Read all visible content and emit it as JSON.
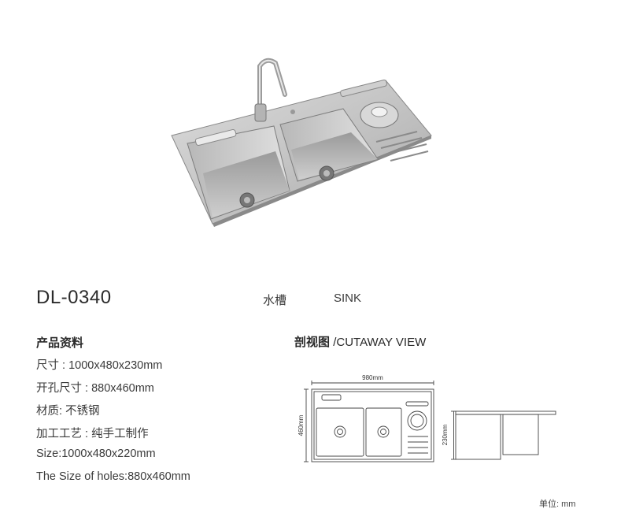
{
  "product": {
    "model": "DL-0340",
    "name_cn": "水槽",
    "name_en": "SINK"
  },
  "specs": {
    "title": "产品资料",
    "lines": [
      "尺寸 : 1000x480x230mm",
      "开孔尺寸 : 880x460mm",
      "材质:  不锈钢",
      "加工工艺 : 纯手工制作",
      "Size:1000x480x220mm",
      "The Size of holes:880x460mm"
    ]
  },
  "cutaway": {
    "title_cn": "剖视图",
    "title_en": "/CUTAWAY VIEW",
    "dim_width": "980mm",
    "dim_depth": "460mm",
    "dim_height": "230mm"
  },
  "unit_label": "单位:  mm",
  "colors": {
    "steel_light": "#e4e4e4",
    "steel_mid": "#bdbdbd",
    "steel_dark": "#8f8f8f",
    "line": "#444444"
  }
}
